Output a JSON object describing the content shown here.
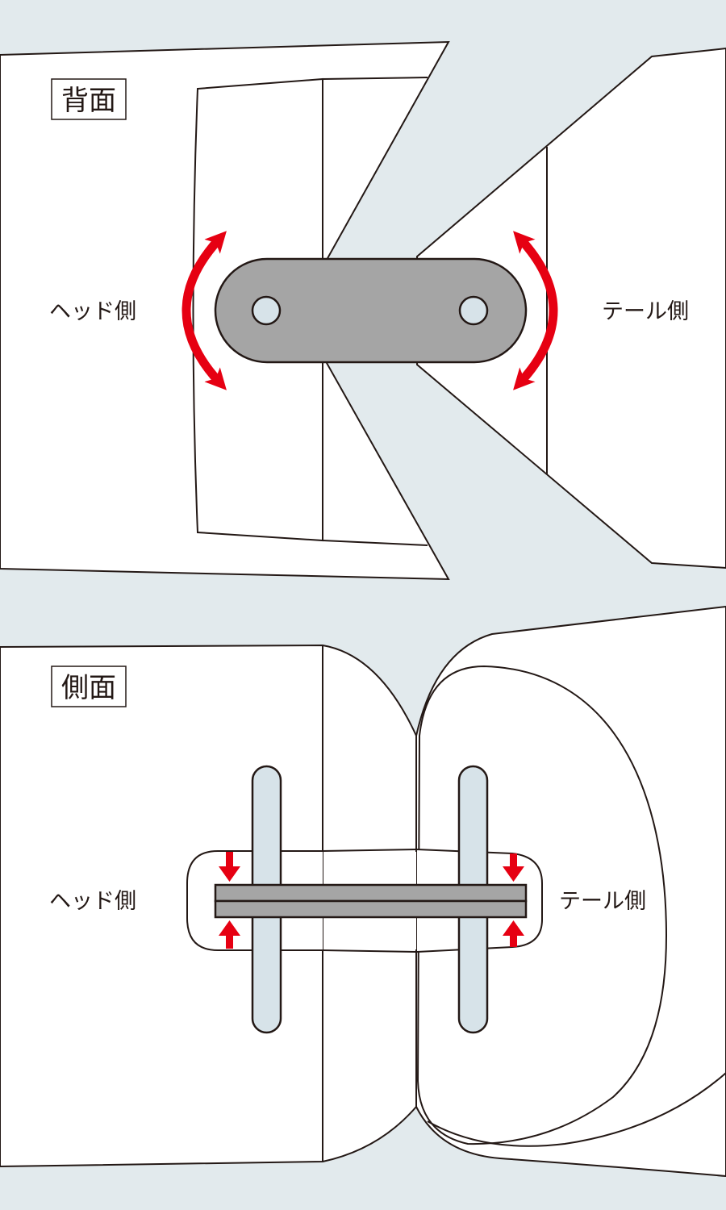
{
  "colors": {
    "background": "#e2eaed",
    "panel": "#ffffff",
    "outline": "#231815",
    "link_plate": "#a5a5a5",
    "pin_bar": "#d7e3e9",
    "arrow": "#e60012"
  },
  "back_view": {
    "title": "背面",
    "head_label": "ヘッド側",
    "tail_label": "テール側"
  },
  "side_view": {
    "title": "側面",
    "head_label": "ヘッド側",
    "tail_label": "テール側"
  }
}
